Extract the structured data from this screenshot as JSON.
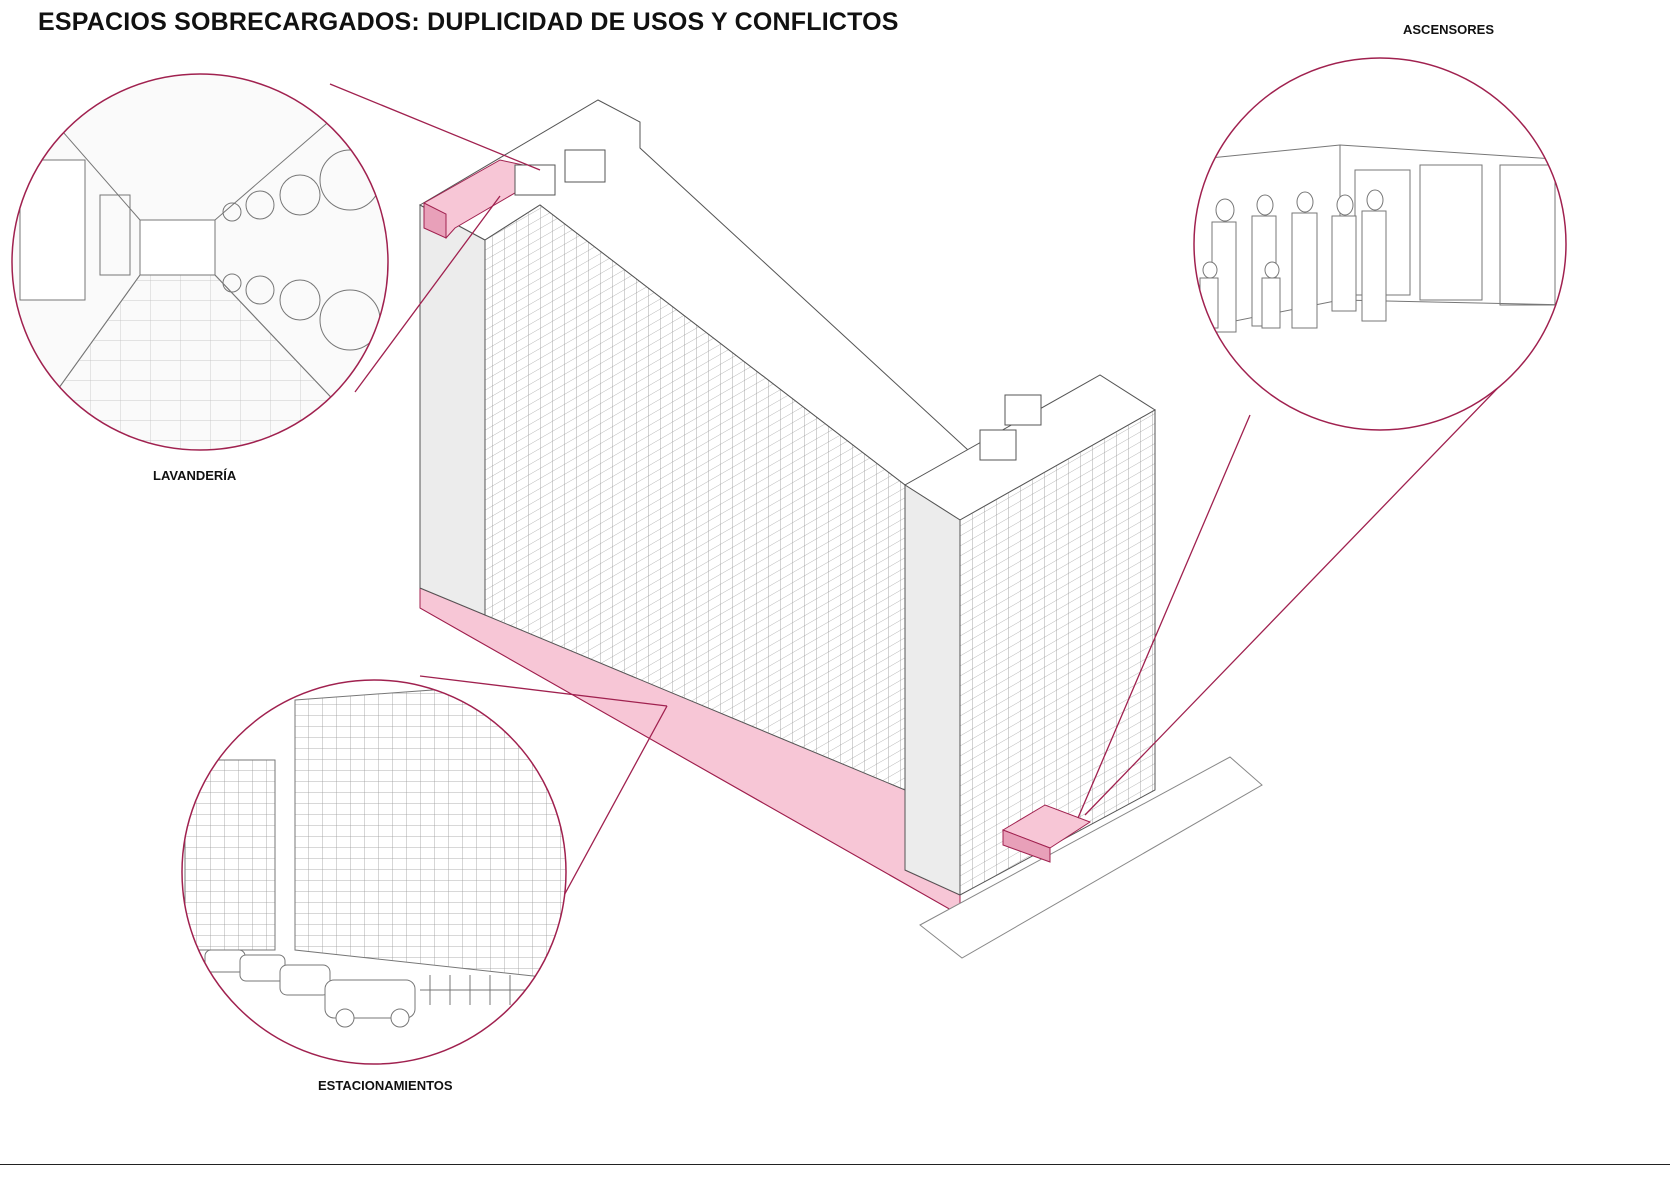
{
  "title": "ESPACIOS SOBRECARGADOS: DUPLICIDAD DE USOS Y CONFLICTOS",
  "callouts": [
    {
      "id": "lavanderia",
      "label": "LAVANDERÍA"
    },
    {
      "id": "ascensores",
      "label": "ASCENSORES"
    },
    {
      "id": "estacionamientos",
      "label": "ESTACIONAMIENTOS"
    }
  ],
  "colors": {
    "accent": "#a0214f",
    "highlight": "#f7c6d6",
    "line": "#555555",
    "wall": "#ececec"
  }
}
